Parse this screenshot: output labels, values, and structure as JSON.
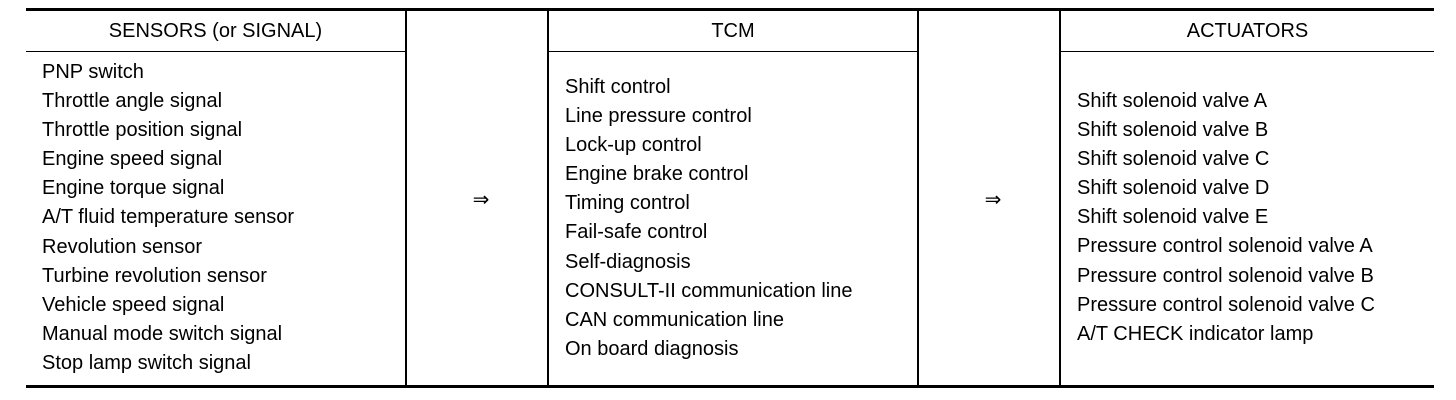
{
  "columns": {
    "sensors": {
      "header": "SENSORS (or SIGNAL)",
      "items": [
        "PNP switch",
        "Throttle angle signal",
        "Throttle position signal",
        "Engine speed signal",
        "Engine torque signal",
        "A/T fluid temperature sensor",
        "Revolution sensor",
        "Turbine revolution sensor",
        "Vehicle speed signal",
        "Manual mode switch signal",
        "Stop lamp switch signal"
      ]
    },
    "tcm": {
      "header": "TCM",
      "items": [
        "Shift control",
        "Line pressure control",
        "Lock-up control",
        "Engine brake control",
        "Timing control",
        "Fail-safe control",
        "Self-diagnosis",
        "CONSULT-II communication line",
        "CAN communication line",
        "On board diagnosis"
      ]
    },
    "actuators": {
      "header": "ACTUATORS",
      "items": [
        "Shift solenoid valve A",
        "Shift solenoid valve B",
        "Shift solenoid valve C",
        "Shift solenoid valve D",
        "Shift solenoid valve E",
        "Pressure control solenoid valve A",
        "Pressure control solenoid valve B",
        "Pressure control solenoid valve C",
        "A/T CHECK indicator lamp"
      ]
    }
  },
  "arrows": {
    "sensors_to_tcm": "⇒",
    "tcm_to_actuators": "⇒"
  }
}
